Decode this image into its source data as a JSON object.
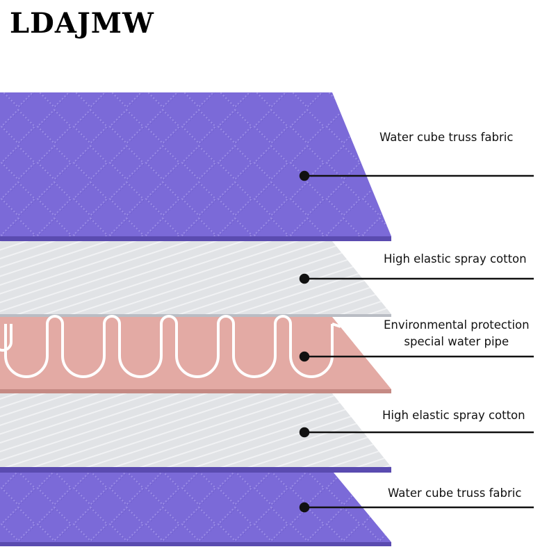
{
  "brand": {
    "name": "LDAJMW"
  },
  "layers": [
    {
      "label_lines": [
        "Water cube truss fabric"
      ],
      "texture": "quilted-diamond",
      "color": "#7b6ad8"
    },
    {
      "label_lines": [
        "High elastic spray cotton"
      ],
      "texture": "plain",
      "color": "#e1e3e6"
    },
    {
      "label_lines": [
        "Environmental protection",
        "special water pipe"
      ],
      "texture": "serpentine-pipe",
      "color": "#e3aaa4"
    },
    {
      "label_lines": [
        "High elastic spray cotton"
      ],
      "texture": "plain",
      "color": "#e1e3e6"
    },
    {
      "label_lines": [
        "Water cube truss fabric"
      ],
      "texture": "quilted-diamond",
      "color": "#7b6ad8"
    }
  ],
  "colors": {
    "fabric_edge": "#5a4bb0",
    "cotton_edge": "#b9bdc4",
    "pipe": "#ffffff",
    "pipe_layer_edge": "#c58a84",
    "pointer": "#111111"
  }
}
